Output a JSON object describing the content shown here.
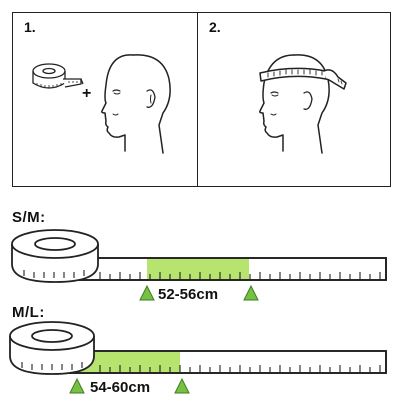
{
  "steps": [
    {
      "label": "1."
    },
    {
      "label": "2."
    }
  ],
  "plus_sign": "+",
  "sizes": [
    {
      "label": "S/M:",
      "range": "52-56cm"
    },
    {
      "label": "M/L:",
      "range": "54-60cm"
    }
  ],
  "colors": {
    "highlight": "#b7e46f",
    "marker": "#76c043",
    "line": "#222222"
  },
  "icons": [
    "measuring-tape-roll-icon",
    "head-profile-icon",
    "head-with-tape-icon",
    "range-marker-triangle-icon"
  ]
}
